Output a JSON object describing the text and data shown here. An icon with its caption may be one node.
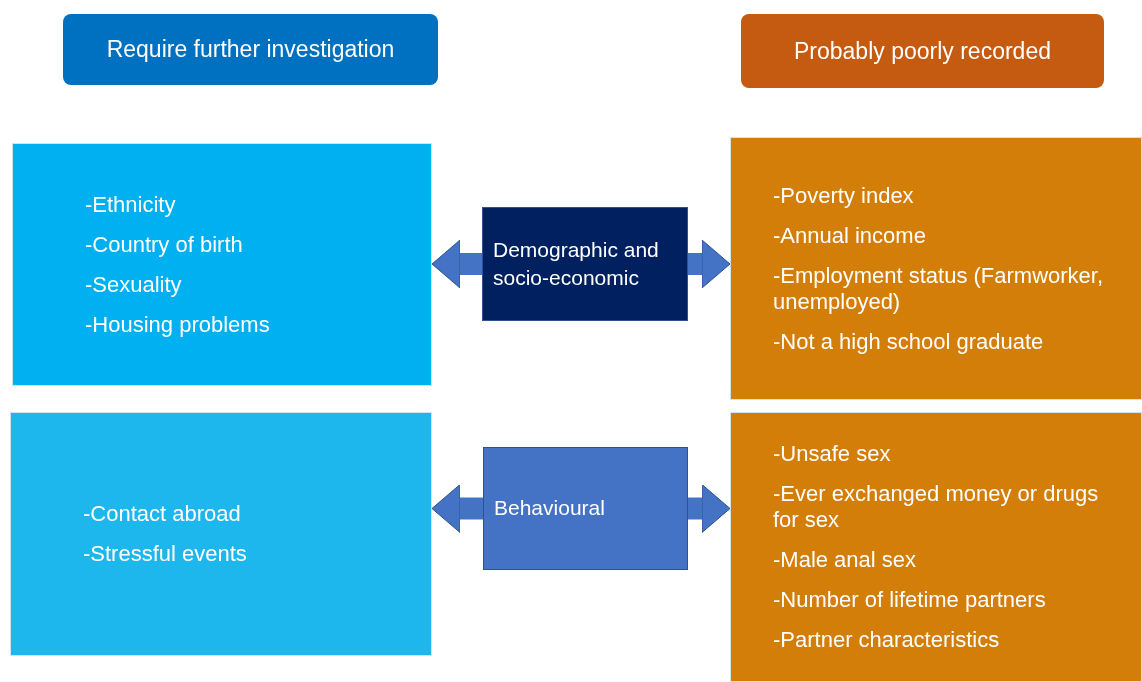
{
  "diagram": {
    "nodes": [
      {
        "text": [
          "Require further investigation"
        ]
      },
      {
        "text": [
          "Probably poorly recorded"
        ]
      },
      {
        "text": [
          "-Ethnicity",
          "-Country of birth",
          "-Sexuality",
          "-Housing problems"
        ]
      },
      {
        "text": [
          "Demographic  and socio-economic"
        ]
      },
      {
        "text": [
          "-Poverty index",
          "-Annual income",
          "-Employment status (Farmworker, unemployed)",
          "-Not a high school graduate"
        ]
      },
      {
        "text": [
          "-Contact abroad",
          "-Stressful events"
        ]
      },
      {
        "text": [
          "Behavioural"
        ]
      },
      {
        "text": [
          "-Unsafe sex",
          "-Ever exchanged money or drugs for sex",
          "-Male anal sex",
          "-Number of lifetime partners",
          "-Partner characteristics"
        ]
      }
    ],
    "edges": [
      {
        "from": 3,
        "to": 2,
        "arrow": "to"
      },
      {
        "from": 3,
        "to": 4,
        "arrow": "to"
      },
      {
        "from": 6,
        "to": 5,
        "arrow": "to"
      },
      {
        "from": 6,
        "to": 7,
        "arrow": "to"
      }
    ]
  }
}
